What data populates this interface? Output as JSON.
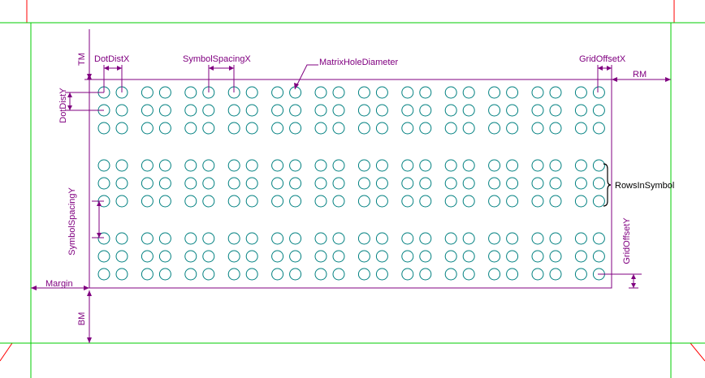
{
  "labels": {
    "tm": "TM",
    "bm": "BM",
    "rm": "RM",
    "margin": "Margin",
    "dot_dist_x": "DotDistX",
    "dot_dist_y": "DotDistY",
    "symbol_spacing_x": "SymbolSpacingX",
    "symbol_spacing_y": "SymbolSpacingY",
    "matrix_hole_diameter": "MatrixHoleDiameter",
    "grid_offset_x": "GridOffsetX",
    "grid_offset_y": "GridOffsetY",
    "rows_in_symbol": "RowsInSymbol"
  },
  "matrix": {
    "symbol_columns": 12,
    "dots_per_symbol_row": 2,
    "symbol_rows": 3,
    "rows_in_symbol": 3
  },
  "colors": {
    "outline": "#ff0000",
    "fold_lines": "#00cc00",
    "dimension": "#800080",
    "holes": "#008080",
    "text_dark": "#000000"
  }
}
